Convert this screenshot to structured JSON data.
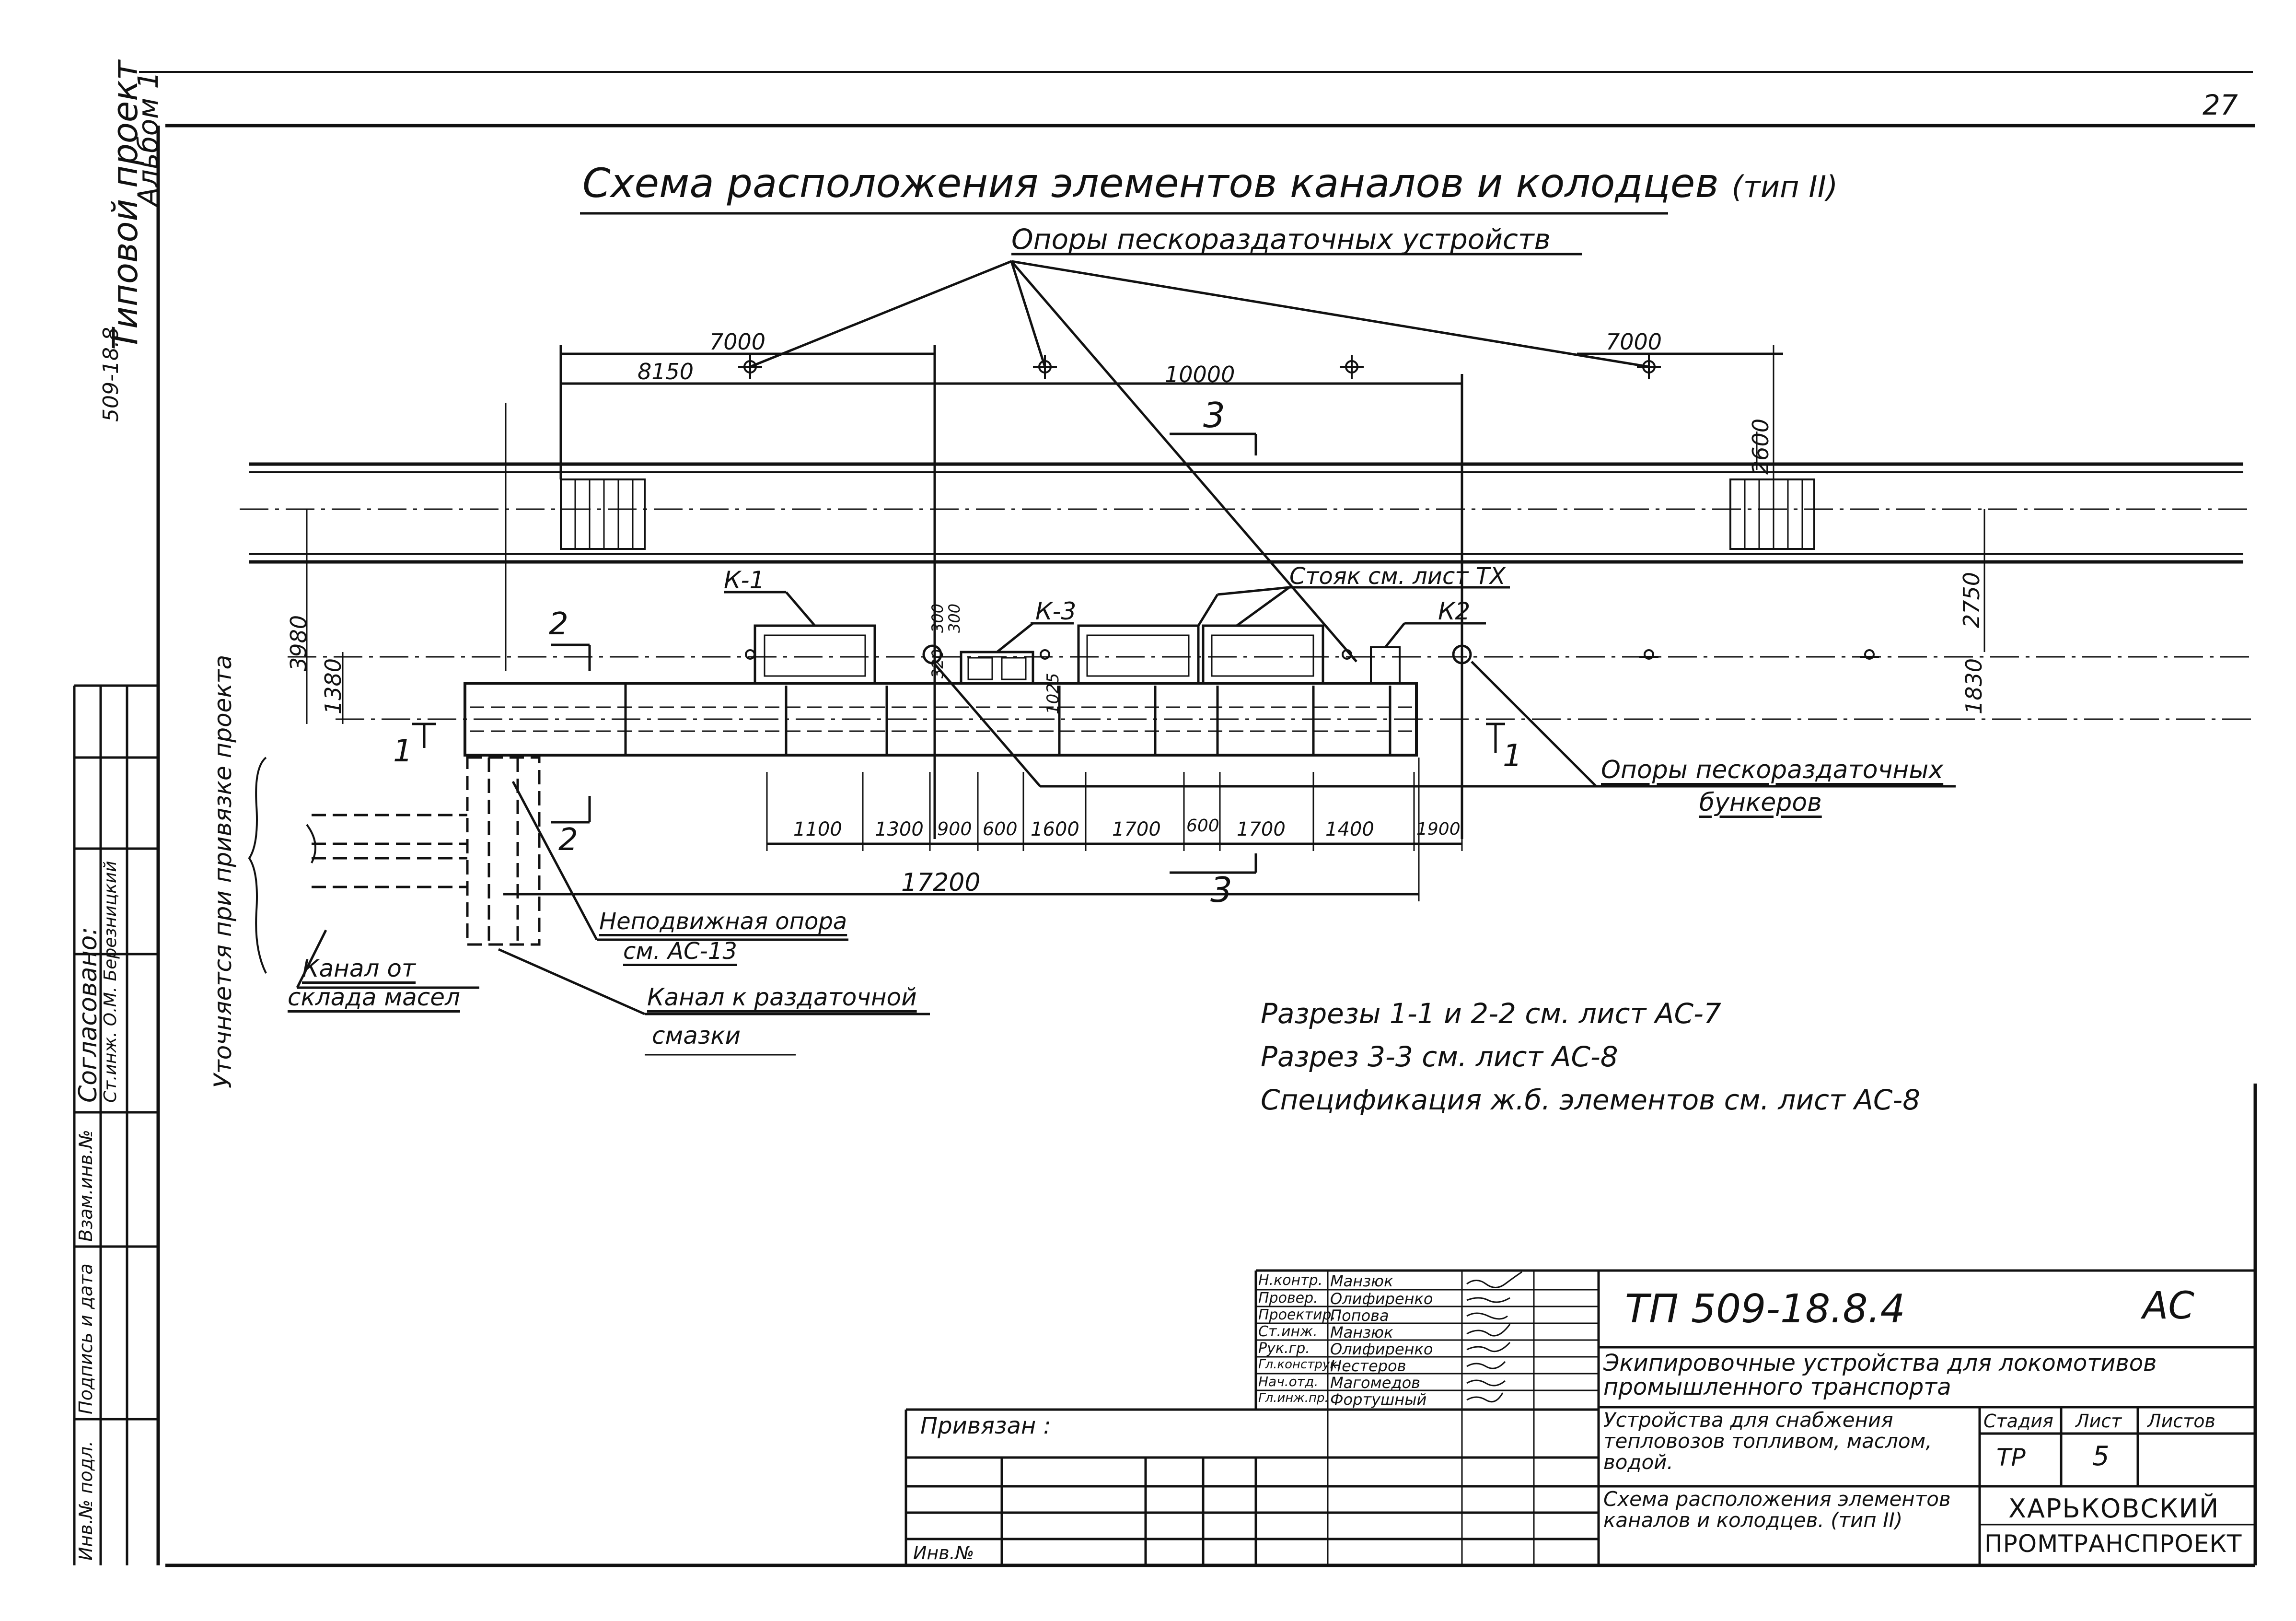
{
  "sheet": {
    "number": "27"
  },
  "drawing": {
    "title": "Схема расположения элементов каналов и колодцев",
    "title_type": "(тип II)",
    "label_supports_top": "Опоры пескораздаточных устройств",
    "label_riser": "Стояк см. лист ТХ",
    "label_supports_bunkers_1": "Опоры пескораздаточных",
    "label_supports_bunkers_2": "бункеров",
    "label_fixed_support_1": "Неподвижная опора",
    "label_fixed_support_2": "см. АС-13",
    "label_channel_grease_1": "Канал к раздаточной",
    "label_channel_grease_2": "смазки",
    "label_channel_oil_1": "Канал от",
    "label_channel_oil_2": "склада масел",
    "label_clarify": "Уточняется при привязке проекта",
    "well_labels": [
      "К-1",
      "К-3",
      "К2"
    ],
    "section_marks": [
      "1",
      "1",
      "2",
      "2",
      "3",
      "3"
    ],
    "dims_top": [
      "7000",
      "8150",
      "10000",
      "7000"
    ],
    "dims_vertical": [
      "2600",
      "3980",
      "1380",
      "2750",
      "1830",
      "300",
      "300",
      "320",
      "1025"
    ],
    "dims_bottom": [
      "1100",
      "1300",
      "900",
      "600",
      "1600",
      "1700",
      "600",
      "1700",
      "1400",
      "1900"
    ],
    "dim_total": "17200"
  },
  "notes": [
    "Разрезы 1-1 и 2-2 см. лист АС-7",
    "Разрез 3-3 см. лист АС-8",
    "Спецификация ж.б. элементов см. лист АС-8"
  ],
  "left_margin": {
    "project_type": "Типовой проект",
    "project_num": "509-18.8",
    "album": "Альбом 1",
    "agreed": "Согласовано:",
    "agreed_row": "Ст.инж. О.М. Березницкий",
    "stamp_cols": [
      "Инв.№ подл.",
      "Подпись и дата",
      "Взам.инв.№"
    ]
  },
  "title_block": {
    "code": "ТП  509-18.8.4",
    "mark": "АС",
    "bound_label": "Привязан :",
    "inv_label": "Инв.№",
    "roles": [
      "Н.контр.",
      "Провер.",
      "Проектир.",
      "Ст.инж.",
      "Рук.гр.",
      "Гл.конструк.",
      "Нач.отд.",
      "Гл.инж.пр."
    ],
    "names": [
      "Манзюк",
      "Олифиренко",
      "Попова",
      "Манзюк",
      "Олифиренко",
      "Нестеров",
      "Магомедов",
      "Фортушный"
    ],
    "object_title": "Экипировочные устройства для локомотивов промышленного транспорта",
    "sub_title": "Устройства для снабжения тепловозов топливом, маслом, водой.",
    "sheet_title": "Схема расположения элементов каналов и колодцев. (тип II)",
    "stage_label": "Стадия",
    "sheet_label": "Лист",
    "sheets_label": "Листов",
    "stage": "ТР",
    "sheet_no": "5",
    "org_1": "ХАРЬКОВСКИЙ",
    "org_2": "ПРОМТРАНСПРОЕКТ"
  }
}
